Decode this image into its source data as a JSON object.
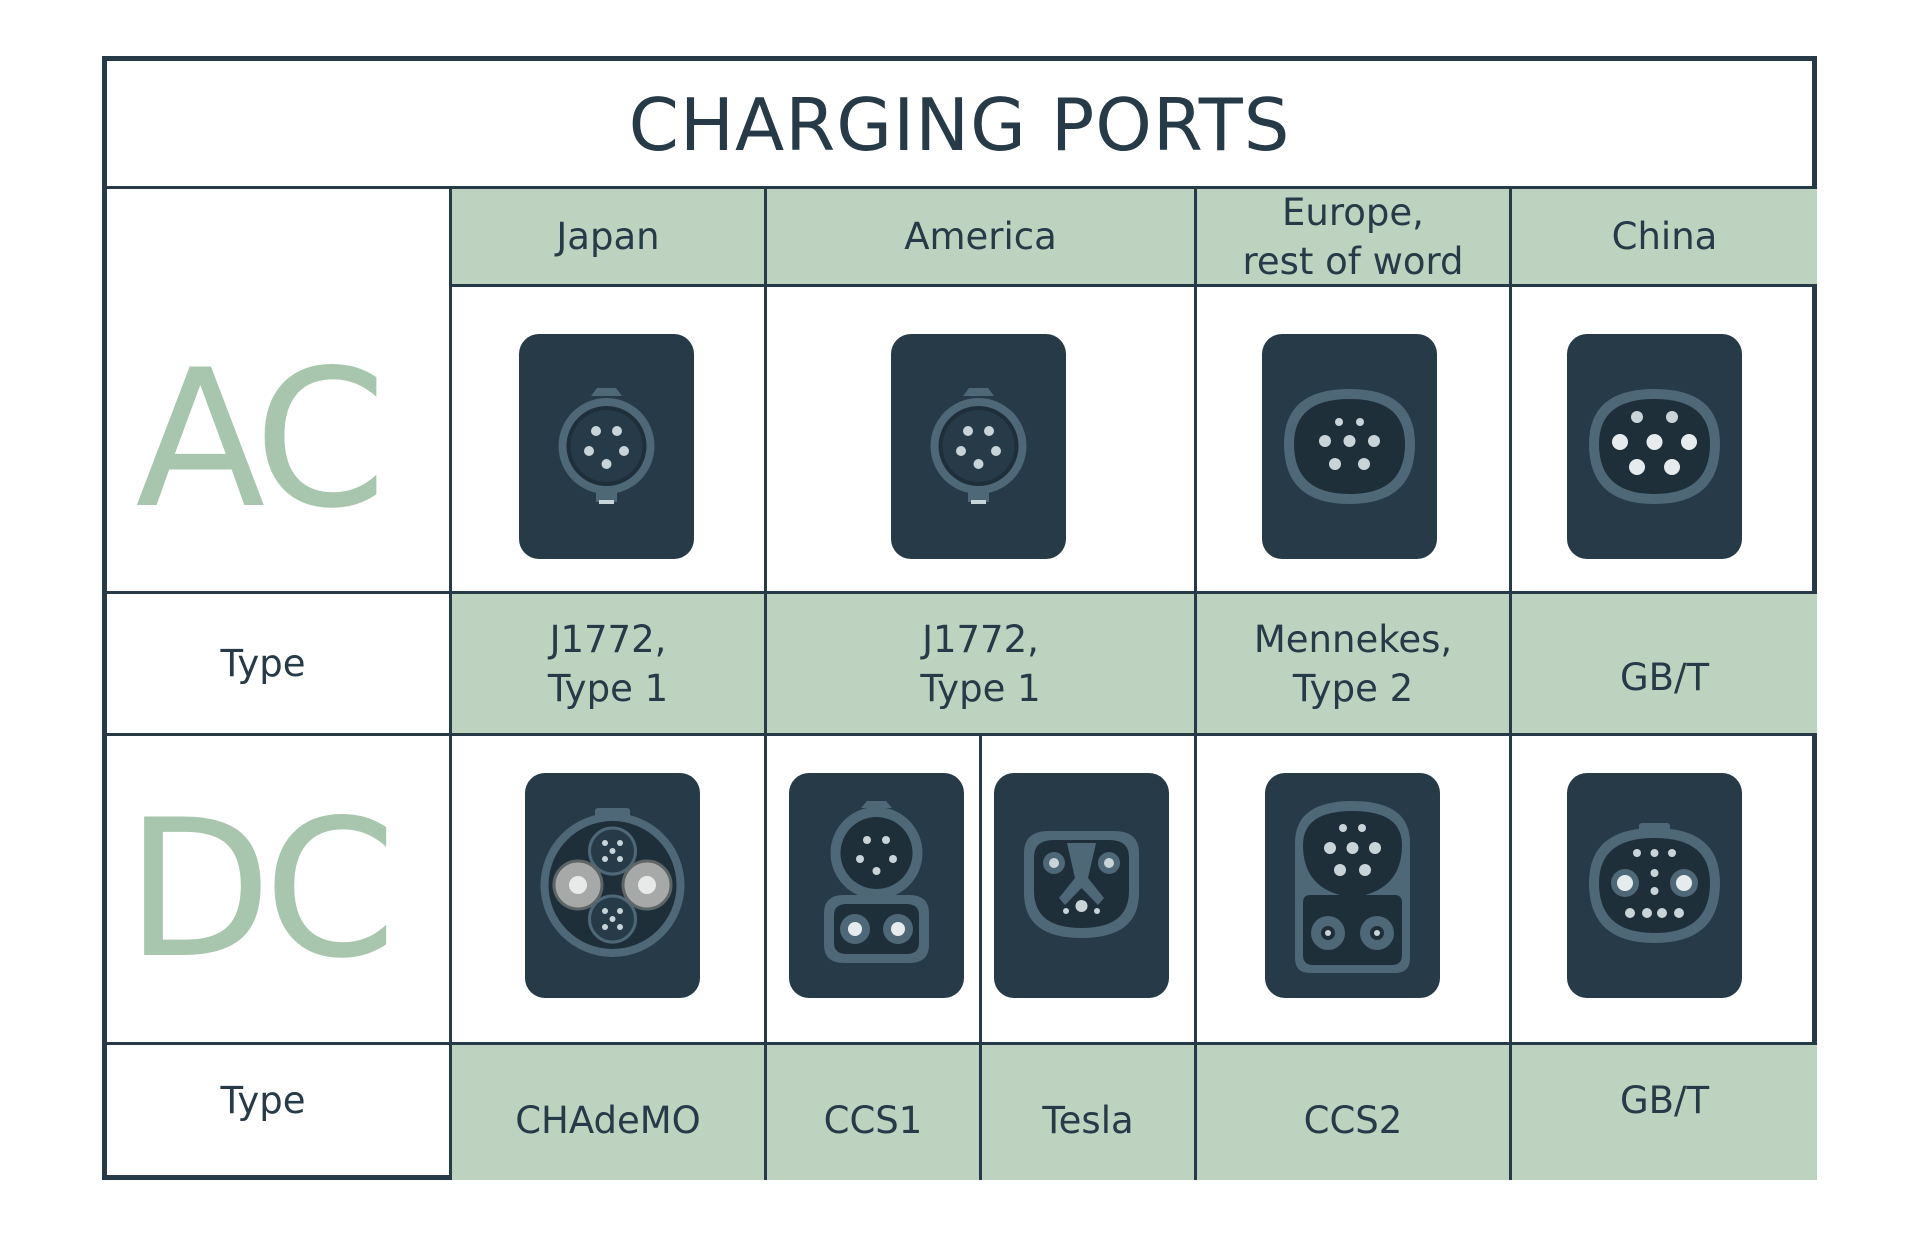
{
  "title": "CHARGING PORTS",
  "rows": {
    "ac": "AC",
    "dc": "DC",
    "ac_type_label": "Type",
    "dc_type_label": "Type"
  },
  "regions": [
    "Japan",
    "America",
    "Europe,\nrest of word",
    "China"
  ],
  "ac_types": [
    "J1772,\nType 1",
    "J1772,\nType 1",
    "Mennekes,\nType 2",
    "GB/T"
  ],
  "dc_types": [
    "CHAdeMO",
    "CCS1",
    "Tesla",
    "CCS2",
    "GB/T"
  ],
  "ac_ports": [
    "j1772-port-icon",
    "j1772-port-icon",
    "mennekes-port-icon",
    "gbt-ac-port-icon"
  ],
  "dc_ports": [
    "chademo-port-icon",
    "ccs1-port-icon",
    "tesla-port-icon",
    "ccs2-port-icon",
    "gbt-dc-port-icon"
  ],
  "colors": {
    "dark": "#263a47",
    "green": "#bdd3c0",
    "accent_text": "#a8c6ad",
    "port_ring": "#4e6877"
  }
}
